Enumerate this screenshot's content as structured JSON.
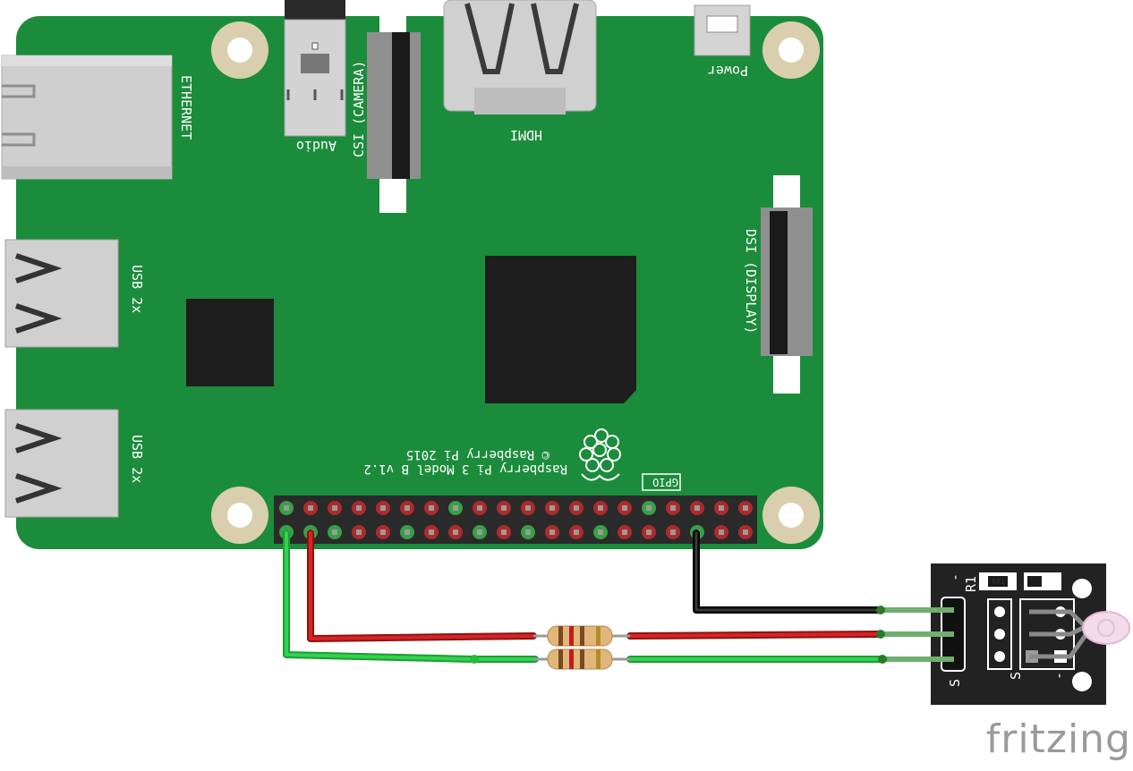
{
  "board": {
    "name": "Raspberry Pi 3 Model B v1.2",
    "copyright": "© Raspberry Pi 2015",
    "labels": {
      "ethernet": "ETHERNET",
      "audio": "Audio",
      "csi": "CSI (CAMERA)",
      "hdmi": "HDMI",
      "power": "Power",
      "dsi": "DSI (DISPLAY)",
      "usb1": "USB 2x",
      "usb2": "USB 2x",
      "gpio": "GPIO"
    }
  },
  "module": {
    "labels": {
      "s_left": "S",
      "s_mid": "S",
      "minus_top": "-",
      "minus_right": "-",
      "r1": "R1",
      "resistor_code": "681"
    }
  },
  "wires": [
    {
      "color_name": "green",
      "color": "#1fbf3a"
    },
    {
      "color_name": "red",
      "color": "#c81e1e"
    },
    {
      "color_name": "black",
      "color": "#1a1a1a"
    }
  ],
  "colors": {
    "board": "#1b8c3b",
    "chip": "#1e1e1e",
    "pin_red": "#c62c2c",
    "pin_green": "#3bb54a"
  },
  "branding": {
    "logo_text": "fritzing"
  }
}
